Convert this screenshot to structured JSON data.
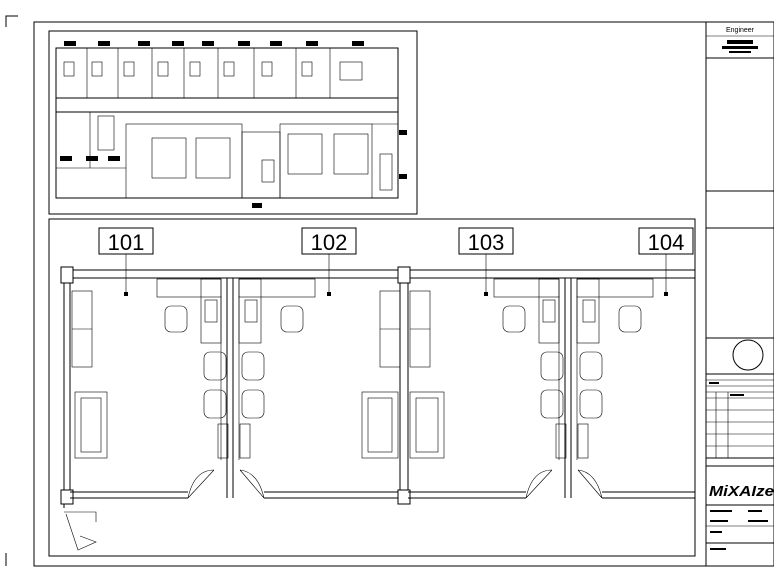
{
  "title_block": {
    "discipline": "Engineer",
    "logo": "MiXAIze"
  },
  "enlarged_plan": {
    "rooms": [
      {
        "number": "101"
      },
      {
        "number": "102"
      },
      {
        "number": "103"
      },
      {
        "number": "104"
      }
    ]
  }
}
